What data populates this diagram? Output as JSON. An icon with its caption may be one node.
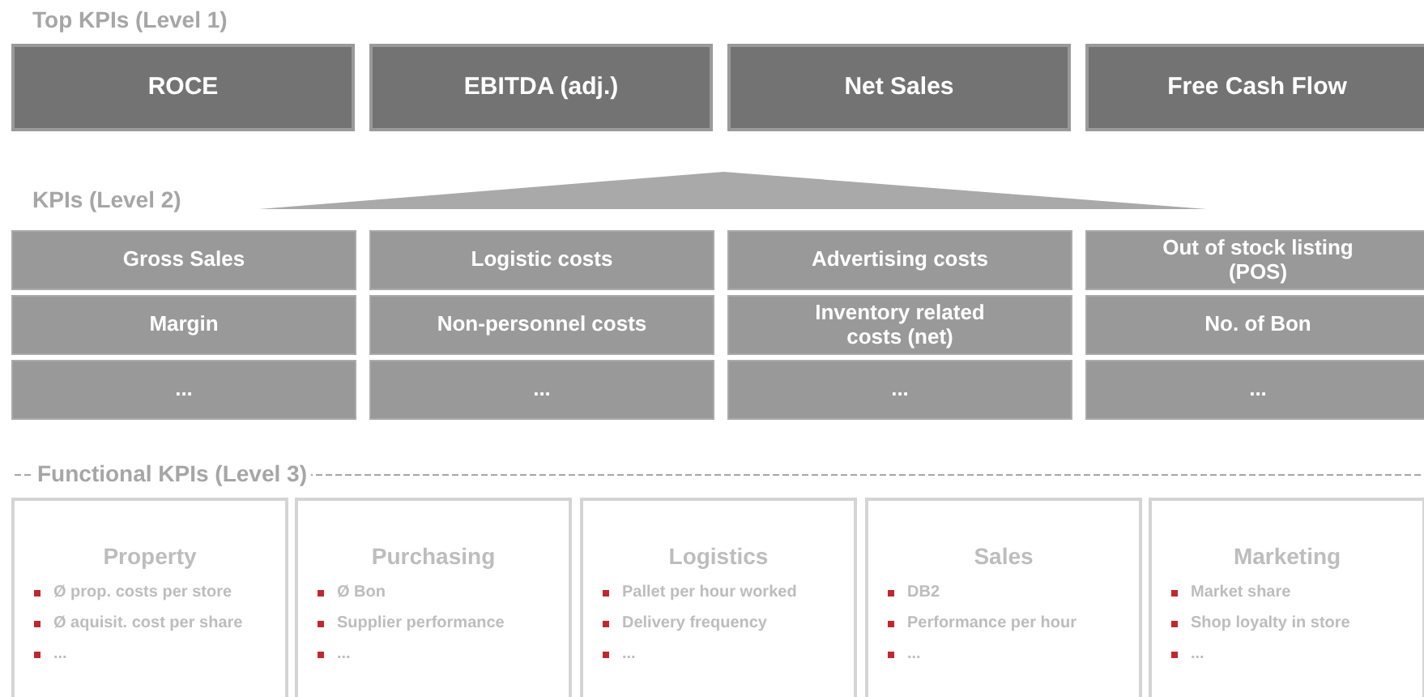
{
  "diagram": {
    "nodes": [
      {
        "text": [
          "ROCE"
        ]
      },
      {
        "text": [
          "EBITDA (adj.)"
        ]
      },
      {
        "text": [
          "Net Sales"
        ]
      },
      {
        "text": [
          "Free Cash Flow"
        ]
      },
      {
        "text": [],
        "shape": "triangle"
      },
      {
        "text": [
          "Gross Sales"
        ]
      },
      {
        "text": [
          "Logistic costs"
        ]
      },
      {
        "text": [
          "Advertising costs"
        ]
      },
      {
        "text": [
          "Out of stock listing (POS)"
        ]
      },
      {
        "text": [
          "Margin"
        ]
      },
      {
        "text": [
          "Non-personnel costs"
        ]
      },
      {
        "text": [
          "Inventory related costs (net)"
        ]
      },
      {
        "text": [
          "No. of Bon"
        ]
      },
      {
        "text": [
          "..."
        ]
      },
      {
        "text": [
          "..."
        ]
      },
      {
        "text": [
          "..."
        ]
      },
      {
        "text": [
          "..."
        ]
      },
      {
        "text": [
          "Property",
          "Ø prop. costs per store",
          "Ø aquisit. cost per share",
          "..."
        ]
      },
      {
        "text": [
          "Purchasing",
          "Ø Bon",
          "Supplier performance",
          "..."
        ]
      },
      {
        "text": [
          "Logistics",
          "Pallet per hour worked",
          "Delivery frequency",
          "..."
        ]
      },
      {
        "text": [
          "Sales",
          "DB2",
          "Performance per hour",
          "..."
        ]
      },
      {
        "text": [
          "Marketing",
          "Market share",
          "Shop loyalty in store",
          "..."
        ]
      }
    ],
    "edges": [],
    "labels": [
      "Top KPIs (Level 1)",
      "KPIs (Level 2)",
      "Functional KPIs (Level 3)"
    ]
  }
}
